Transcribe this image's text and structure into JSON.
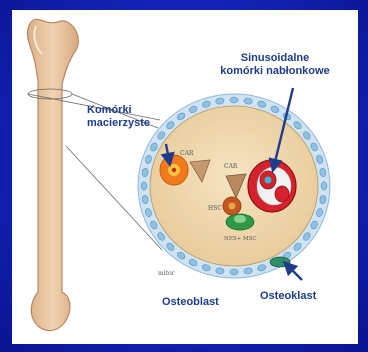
{
  "labels": {
    "stem_cells": "Komórki\nmacierzyste",
    "sinusoidal": "Sinusoidalne\nkomórki nabłonkowe",
    "osteoblast": "Osteoblast",
    "osteoclast": "Osteoklast"
  },
  "small_labels": {
    "car_left": "CAR",
    "car_center": "CAR",
    "hsc": "HSC",
    "nes_msc": "NES+ MSC",
    "mitor": "mitor"
  },
  "colors": {
    "panel_bg": "#ffffff",
    "bone": "#e8c7a2",
    "marrow": "#f3dcb2",
    "vessel_ring": "#bcd8ec",
    "label_blue": "#1f3c8c",
    "arrow_blue": "#1f3c8c"
  }
}
